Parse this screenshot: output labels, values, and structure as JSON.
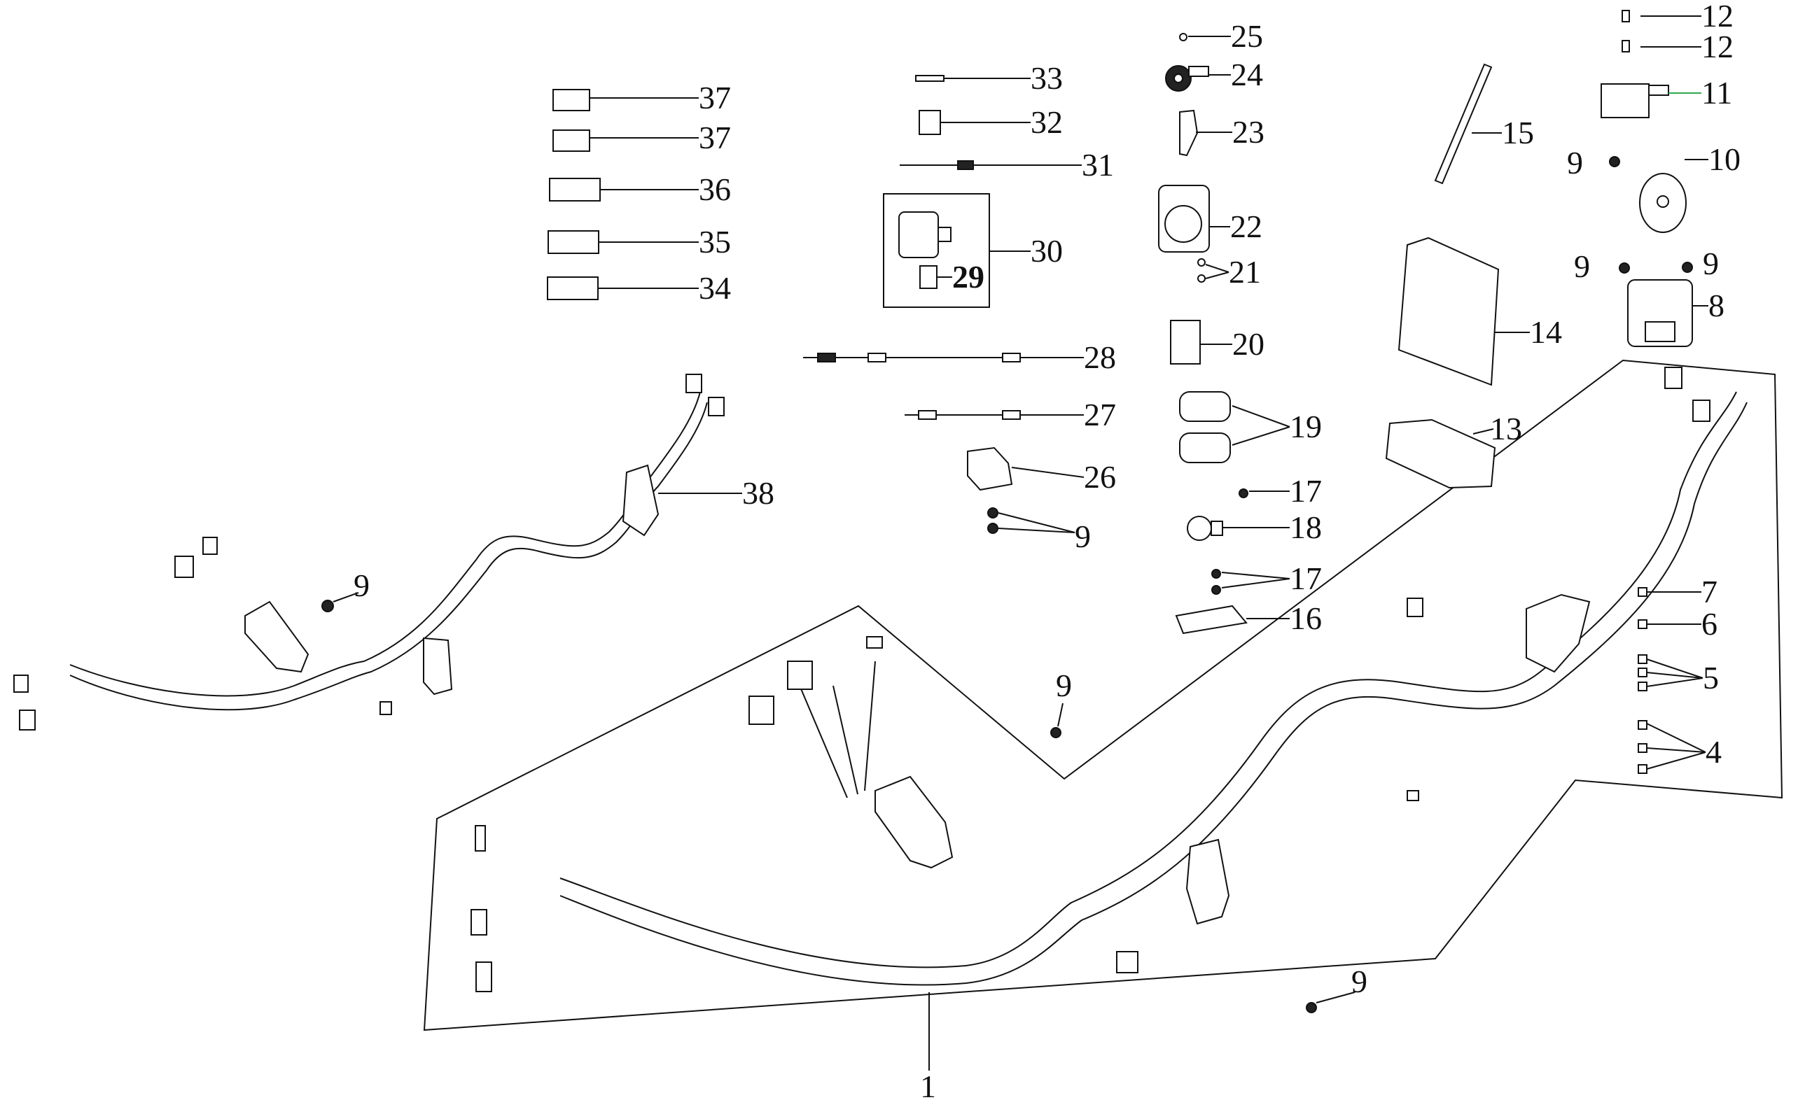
{
  "diagram": {
    "type": "exploded-parts-diagram",
    "subject": "wiring harness and electrical components",
    "callouts": [
      {
        "id": "c1",
        "label": "1"
      },
      {
        "id": "c4",
        "label": "4"
      },
      {
        "id": "c5",
        "label": "5"
      },
      {
        "id": "c6",
        "label": "6"
      },
      {
        "id": "c7",
        "label": "7"
      },
      {
        "id": "c8",
        "label": "8"
      },
      {
        "id": "c9a",
        "label": "9"
      },
      {
        "id": "c9b",
        "label": "9"
      },
      {
        "id": "c9c",
        "label": "9"
      },
      {
        "id": "c9d",
        "label": "9"
      },
      {
        "id": "c9e",
        "label": "9"
      },
      {
        "id": "c9f",
        "label": "9"
      },
      {
        "id": "c9g",
        "label": "9"
      },
      {
        "id": "c10",
        "label": "10"
      },
      {
        "id": "c11",
        "label": "11"
      },
      {
        "id": "c12a",
        "label": "12"
      },
      {
        "id": "c12b",
        "label": "12"
      },
      {
        "id": "c13",
        "label": "13"
      },
      {
        "id": "c14",
        "label": "14"
      },
      {
        "id": "c15",
        "label": "15"
      },
      {
        "id": "c16",
        "label": "16"
      },
      {
        "id": "c17a",
        "label": "17"
      },
      {
        "id": "c17b",
        "label": "17"
      },
      {
        "id": "c18",
        "label": "18"
      },
      {
        "id": "c19",
        "label": "19"
      },
      {
        "id": "c20",
        "label": "20"
      },
      {
        "id": "c21",
        "label": "21"
      },
      {
        "id": "c22",
        "label": "22"
      },
      {
        "id": "c23",
        "label": "23"
      },
      {
        "id": "c24",
        "label": "24"
      },
      {
        "id": "c25",
        "label": "25"
      },
      {
        "id": "c26",
        "label": "26"
      },
      {
        "id": "c27",
        "label": "27"
      },
      {
        "id": "c28",
        "label": "28"
      },
      {
        "id": "c29",
        "label": "29"
      },
      {
        "id": "c30",
        "label": "30"
      },
      {
        "id": "c31",
        "label": "31"
      },
      {
        "id": "c32",
        "label": "32"
      },
      {
        "id": "c33",
        "label": "33"
      },
      {
        "id": "c34",
        "label": "34"
      },
      {
        "id": "c35",
        "label": "35"
      },
      {
        "id": "c36",
        "label": "36"
      },
      {
        "id": "c37a",
        "label": "37"
      },
      {
        "id": "c37b",
        "label": "37"
      },
      {
        "id": "c38",
        "label": "38"
      }
    ],
    "colors": {
      "line": "#111111",
      "background": "#ffffff",
      "lead_11": "#2fa84f"
    }
  }
}
